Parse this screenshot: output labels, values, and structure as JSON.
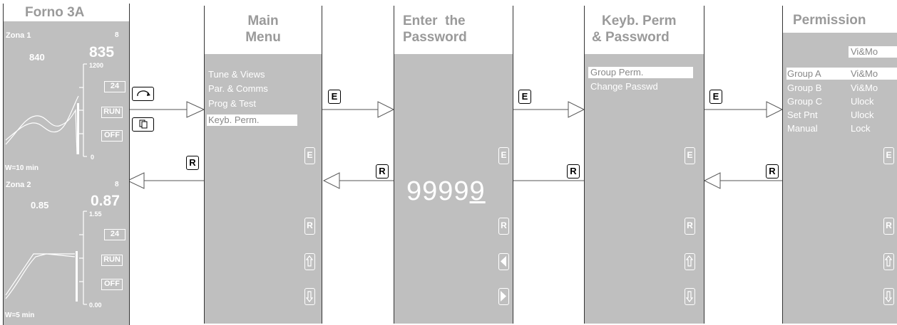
{
  "panel1": {
    "title": "Forno 3A",
    "zone1": {
      "name": "Zona 1",
      "num": "8",
      "setpoint": "840",
      "value": "835",
      "scale_max": "1200",
      "scale_min": "0",
      "box": "24",
      "run": "RUN",
      "off": "OFF",
      "window": "W=10 min"
    },
    "zone2": {
      "name": "Zona 2",
      "num": "8",
      "setpoint": "0.85",
      "value": "0.87",
      "scale_max": "1.55",
      "scale_min": "0.00",
      "box": "24",
      "run": "RUN",
      "off": "OFF",
      "window": "W=5 min"
    }
  },
  "panel2": {
    "title_line1": "Main",
    "title_line2": "Menu",
    "items": [
      "Tune & Views",
      "Par. & Comms",
      "Prog & Test",
      "Keyb. Perm."
    ]
  },
  "panel3": {
    "title_line1": "Enter  the",
    "title_line2": "Password",
    "password_prefix": "9999",
    "password_cursor": "9"
  },
  "panel4": {
    "title_line1": "Keyb. Perm",
    "title_line2": "& Password",
    "items": [
      "Group Perm.",
      "Change Passwd"
    ]
  },
  "panel5": {
    "title": "Permission",
    "header_value": "Vi&Mo",
    "rows": [
      {
        "label": "Group A",
        "value": "Vi&Mo"
      },
      {
        "label": "Group B",
        "value": "Vi&Mo"
      },
      {
        "label": "Group C",
        "value": "Ulock"
      },
      {
        "label": "Set Pnt",
        "value": "Ulock"
      },
      {
        "label": "Manual",
        "value": "Lock"
      }
    ]
  },
  "keys": {
    "enter": "E",
    "return": "R"
  },
  "colors": {
    "panel": "#bfbfbf",
    "header_text": "#9a9a9a",
    "highlight": "#ffffff"
  },
  "icons": [
    "cycle-icon",
    "pages-icon",
    "up-arrow-icon",
    "down-arrow-icon",
    "left-triangle-icon",
    "right-triangle-icon"
  ]
}
